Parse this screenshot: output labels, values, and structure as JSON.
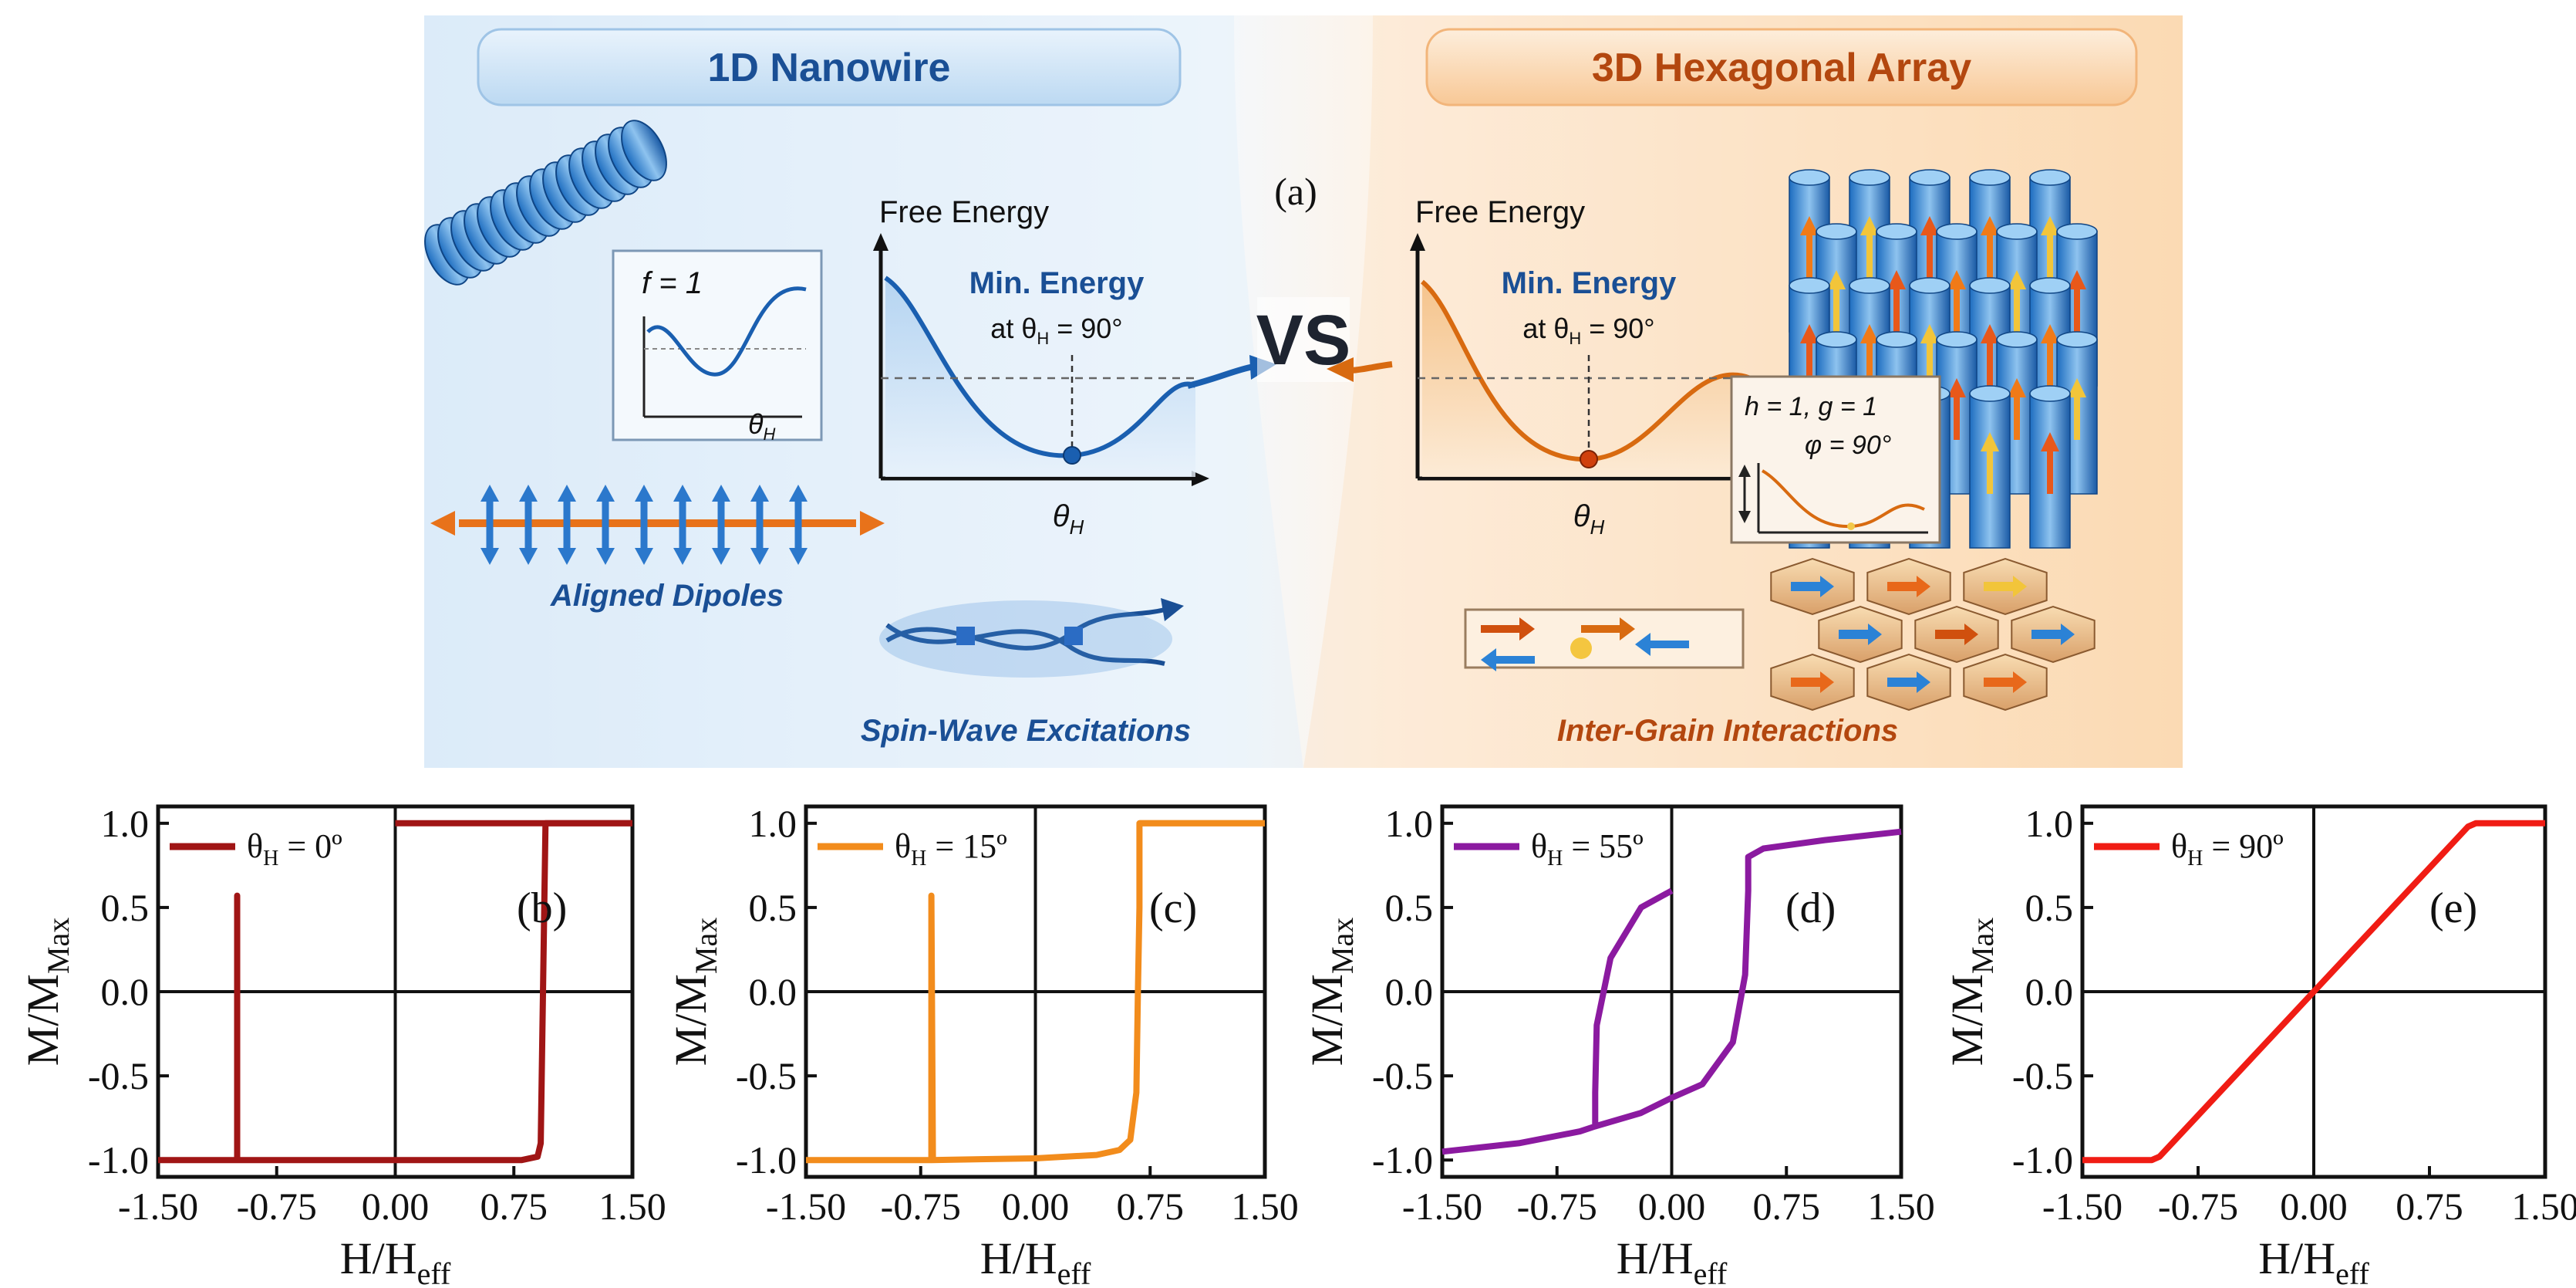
{
  "illustration": {
    "panel_label": "(a)",
    "left_title": "1D Nanowire",
    "right_title": "3D Hexagonal Array",
    "vs_label": "VS",
    "left_energy": {
      "axis_y": "Free Energy",
      "axis_x": "θ",
      "axis_x_sub": "H",
      "min_line1": "Min. Energy",
      "min_line2_prefix": "at θ",
      "min_line2_sub": "H",
      "min_line2_suffix": " = 90°"
    },
    "right_energy": {
      "axis_y": "Free Energy",
      "axis_x": "θ",
      "axis_x_sub": "H",
      "min_line1": "Min. Energy",
      "min_line2_prefix": "at θ",
      "min_line2_sub": "H",
      "min_line2_suffix": " = 90°"
    },
    "inset_left": {
      "param": "f = 1",
      "axis_x": "θ",
      "axis_x_sub": "H"
    },
    "inset_right": {
      "param": "h = 1, g = 1",
      "angle": "φ = 90°"
    },
    "caption_aligned": "Aligned Dipoles",
    "caption_spin": "Spin-Wave Excitations",
    "caption_grain": "Inter-Grain Interactions",
    "colors": {
      "blue": "#1a5fb0",
      "orange": "#d86a10",
      "light_blue": "#cfe4f6",
      "light_orange": "#fbdcb8"
    }
  },
  "charts_common": {
    "ylabel_main": "M/M",
    "ylabel_sub": "Max",
    "xlabel_main": "H/H",
    "xlabel_sub": "eff",
    "x_ticks": [
      "-1.50",
      "-0.75",
      "0.00",
      "0.75",
      "1.50"
    ],
    "y_ticks": [
      "1.0",
      "0.5",
      "0.0",
      "-0.5",
      "-1.0"
    ]
  },
  "chart_data": [
    {
      "type": "line",
      "label": "(b)",
      "legend": "θ",
      "legend_sub": "H",
      "legend_val": " = 0º",
      "color": "#a01515",
      "xlim": [
        -1.5,
        1.5
      ],
      "ylim": [
        -1.1,
        1.1
      ],
      "grid": false,
      "legend_position": "top-left",
      "x": [
        -1.5,
        -1.0,
        -1.0,
        -1.0,
        -1.0,
        0.8,
        0.9,
        0.92,
        0.95,
        0.95,
        1.5
      ],
      "y": [
        -1.0,
        -1.0,
        0.57,
        -1.0,
        -1.0,
        -1.0,
        -0.98,
        -0.9,
        1.0,
        1.0,
        1.0
      ],
      "upper_x": [
        0.0,
        1.5
      ],
      "upper_y": [
        1.0,
        1.0
      ]
    },
    {
      "type": "line",
      "label": "(c)",
      "legend": "θ",
      "legend_sub": "H",
      "legend_val": " = 15º",
      "color": "#f28c1c",
      "xlim": [
        -1.5,
        1.5
      ],
      "ylim": [
        -1.1,
        1.1
      ],
      "grid": false,
      "legend_position": "top-left",
      "x": [
        -1.5,
        -0.68,
        -0.68,
        -0.67,
        -0.68,
        0.0,
        0.4,
        0.55,
        0.62,
        0.66,
        0.67,
        0.68,
        0.68,
        1.5
      ],
      "y": [
        -1.0,
        -1.0,
        0.57,
        -1.0,
        -1.0,
        -0.99,
        -0.97,
        -0.94,
        -0.88,
        -0.6,
        0.0,
        0.5,
        1.0,
        1.0
      ],
      "upper_x": [
        0.68,
        1.5
      ],
      "upper_y": [
        1.0,
        1.0
      ]
    },
    {
      "type": "line",
      "label": "(d)",
      "legend": "θ",
      "legend_sub": "H",
      "legend_val": " = 55º",
      "color": "#8b1aa0",
      "xlim": [
        -1.5,
        1.5
      ],
      "ylim": [
        -1.1,
        1.1
      ],
      "grid": false,
      "legend_position": "top-left",
      "x": [
        -1.5,
        -1.0,
        -0.6,
        -0.5,
        -0.5,
        -0.49,
        -0.4,
        -0.2,
        0.0
      ],
      "y": [
        -0.95,
        -0.9,
        -0.83,
        -0.8,
        -0.6,
        -0.2,
        0.2,
        0.5,
        0.6
      ],
      "upper_x": [
        1.5,
        1.0,
        0.6,
        0.5,
        0.5,
        0.48,
        0.4,
        0.2,
        0.0,
        -0.2,
        -0.5
      ],
      "upper_y": [
        0.95,
        0.9,
        0.85,
        0.8,
        0.6,
        0.1,
        -0.3,
        -0.55,
        -0.63,
        -0.72,
        -0.8
      ]
    },
    {
      "type": "line",
      "label": "(e)",
      "legend": "θ",
      "legend_sub": "H",
      "legend_val": " = 90º",
      "color": "#f01c14",
      "xlim": [
        -1.5,
        1.5
      ],
      "ylim": [
        -1.1,
        1.1
      ],
      "grid": false,
      "legend_position": "top-left",
      "x": [
        -1.5,
        -1.05,
        -1.0,
        1.0,
        1.05,
        1.5
      ],
      "y": [
        -1.0,
        -1.0,
        -0.98,
        0.98,
        1.0,
        1.0
      ],
      "upper_x": [],
      "upper_y": []
    }
  ]
}
